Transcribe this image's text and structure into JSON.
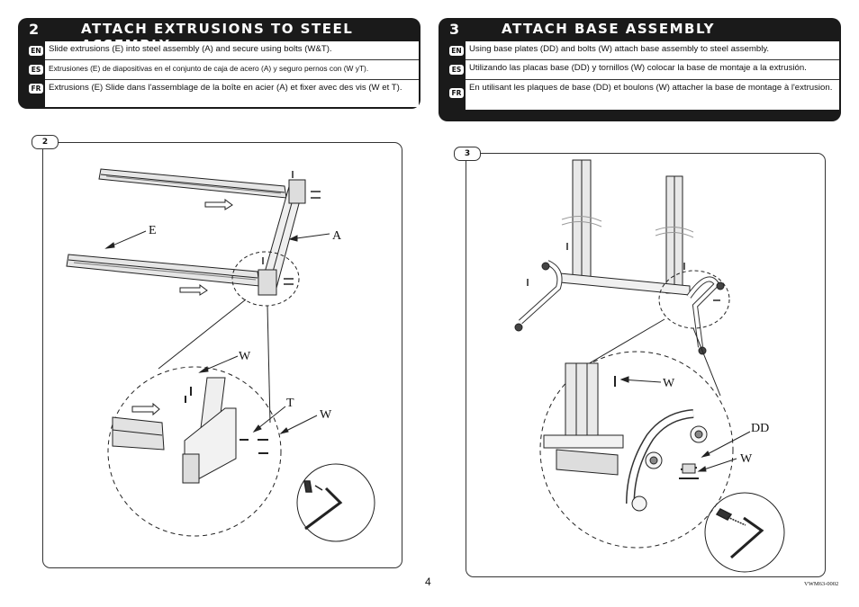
{
  "step2": {
    "number": "2",
    "title": "ATTACH EXTRUSIONS TO STEEL ASSEMBLY",
    "rows": [
      {
        "lang": "EN",
        "text": "Slide extrusions (E) into steel assembly (A) and secure using bolts (W&T)."
      },
      {
        "lang": "ES",
        "text": "Extrusiones (E) de diapositivas en el conjunto de caja de acero (A) y seguro pernos con (W yT)."
      },
      {
        "lang": "FR",
        "text": "Extrusions (E) Slide dans l'assemblage de la boîte en acier (A) et fixer avec des vis (W et T)."
      }
    ]
  },
  "step3": {
    "number": "3",
    "title": "ATTACH BASE ASSEMBLY",
    "rows": [
      {
        "lang": "EN",
        "text": "Using base plates (DD) and bolts (W) attach base assembly to steel assembly."
      },
      {
        "lang": "ES",
        "text": "Utilizando las placas base (DD) y tornillos (W) colocar la base de montaje a la extrusión."
      },
      {
        "lang": "FR",
        "text": "En utilisant les plaques de base (DD) et boulons (W) attacher la base de montage  à l'extrusion."
      }
    ]
  },
  "panel2": {
    "tag": "2",
    "labels": {
      "E": "E",
      "A": "A",
      "W1": "W",
      "T": "T",
      "W2": "W"
    }
  },
  "panel3": {
    "tag": "3",
    "labels": {
      "W1": "W",
      "DD": "DD",
      "W2": "W"
    }
  },
  "footer": {
    "page_number": "4",
    "doc_code": "VWM63-0002"
  }
}
